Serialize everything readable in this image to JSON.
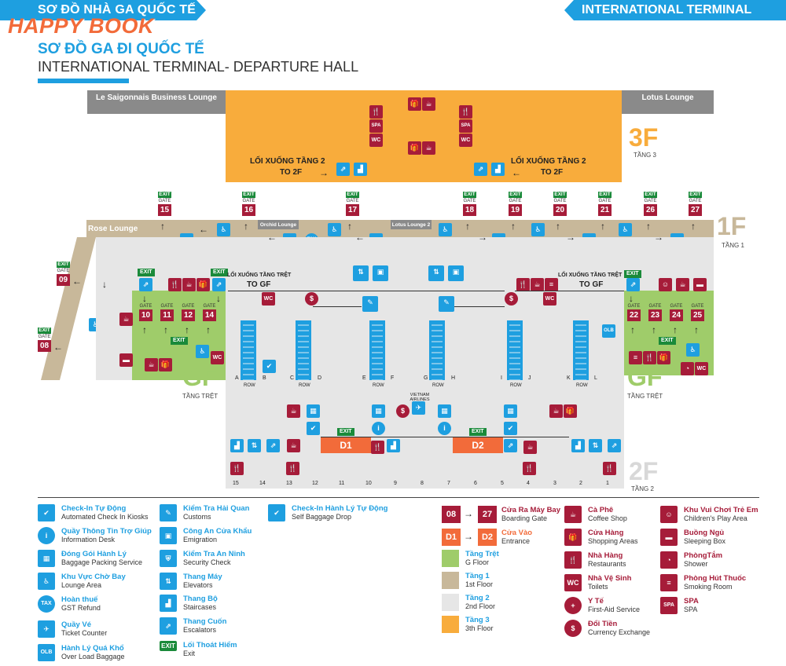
{
  "header": {
    "banner_left": "SƠ ĐỒ NHÀ GA QUỐC TẾ",
    "banner_right": "INTERNATIONAL TERMINAL",
    "logo": "HAPPY BOOK",
    "title_vn": "SƠ ĐỒ GA ĐI QUỐC TẾ",
    "title_en": "INTERNATIONAL TERMINAL- DEPARTURE HALL"
  },
  "lounges": {
    "le_saigonnais": "Le Saigonnais Business Lounge",
    "lotus": "Lotus Lounge",
    "rose": "Rose Lounge",
    "orchid": "Orchid Lounge",
    "lotus2": "Lotus Lounge 2"
  },
  "floors": {
    "f3": "3F",
    "f3_sub": "TẦNG 3",
    "f1": "1F",
    "f1_sub": "TẦNG 1",
    "gf_left": "GF",
    "gf_left_sub": "TẦNG TRỆT",
    "gf_right": "GF",
    "gf_right_sub": "TẦNG TRỆT",
    "f2": "2F",
    "f2_sub": "TẦNG 2"
  },
  "directions": {
    "down2_left_vn": "LỐI XUỐNG TẦNG 2",
    "down2_left_en": "TO 2F",
    "down2_right_vn": "LỐI XUỐNG TẦNG 2",
    "down2_right_en": "TO 2F",
    "downgf_left_vn": "LỐI XUỐNG TẦNG TRỆT",
    "downgf_left_en": "TO GF",
    "downgf_right_vn": "LỐI XUỐNG TẦNG TRỆT",
    "downgf_right_en": "TO GF"
  },
  "common": {
    "exit": "EXIT",
    "gate": "GATE",
    "row": "ROW",
    "wc": "WC",
    "spa": "SPA",
    "tax": "TAX",
    "olb": "OLB",
    "vietnam_airlines": "VIETNAM AIRLINES"
  },
  "gates_1f": [
    "15",
    "16",
    "17",
    "18",
    "19",
    "20",
    "21",
    "26",
    "27"
  ],
  "gates_side": [
    "09",
    "08"
  ],
  "gates_gf_left": [
    "10",
    "11",
    "12",
    "14"
  ],
  "gates_gf_right": [
    "22",
    "23",
    "24",
    "25"
  ],
  "rows_letters": [
    "A",
    "B",
    "C",
    "D",
    "E",
    "F",
    "G",
    "H",
    "I",
    "J",
    "K",
    "L"
  ],
  "entrances": [
    "D1",
    "D2"
  ],
  "counter_numbers": [
    "15",
    "14",
    "13",
    "12",
    "11",
    "10",
    "9",
    "8",
    "7",
    "6",
    "5",
    "4",
    "3",
    "2",
    "1"
  ],
  "legend": {
    "checkin_kiosk_vn": "Check-In Tự Động",
    "checkin_kiosk_en": "Automated Check In Kiosks",
    "info_vn": "Quầy Thông Tin Trợ Giúp",
    "info_en": "Information Desk",
    "baggage_pack_vn": "Đóng Gói Hành Lý",
    "baggage_pack_en": "Baggage Packing Service",
    "lounge_vn": "Khu Vực Chờ Bay",
    "lounge_en": "Lounge Area",
    "gst_vn": "Hoàn thuế",
    "gst_en": "GST Refund",
    "ticket_vn": "Quầy Vé",
    "ticket_en": "Ticket Counter",
    "olb_vn": "Hành Lý Quá Khổ",
    "olb_en": "Over Load Baggage",
    "customs_vn": "Kiểm Tra Hải Quan",
    "customs_en": "Customs",
    "emigration_vn": "Công An Cửa Khẩu",
    "emigration_en": "Emigration",
    "security_vn": "Kiểm Tra An Ninh",
    "security_en": "Security Check",
    "elevator_vn": "Thang Máy",
    "elevator_en": "Elevators",
    "stairs_vn": "Thang Bộ",
    "stairs_en": "Staircases",
    "escalator_vn": "Thang Cuốn",
    "escalator_en": "Escalators",
    "exit_vn": "Lối Thoát Hiểm",
    "exit_en": "Exit",
    "self_bag_vn": "Check-In Hành Lý Tự Động",
    "self_bag_en": "Self Baggage Drop",
    "gate_from": "08",
    "gate_to": "27",
    "gate_vn": "Cửa Ra Máy Bay",
    "gate_en": "Boarding Gate",
    "ent_from": "D1",
    "ent_to": "D2",
    "ent_vn": "Cửa Vào",
    "ent_en": "Entrance",
    "gf_vn": "Tầng Trệt",
    "gf_en": "G Floor",
    "f1_vn": "Tầng 1",
    "f1_en": "1st Floor",
    "f2_vn": "Tầng 2",
    "f2_en": "2nd Floor",
    "f3_vn": "Tầng 3",
    "f3_en": "3th Floor",
    "coffee_vn": "Cà Phê",
    "coffee_en": "Coffee Shop",
    "shop_vn": "Cửa Hàng",
    "shop_en": "Shopping Areas",
    "rest_vn": "Nhà Hàng",
    "rest_en": "Restaurants",
    "toilet_vn": "Nhà Vệ Sinh",
    "toilet_en": "Toilets",
    "firstaid_vn": "Y Tế",
    "firstaid_en": "First-Aid Service",
    "currency_vn": "Đổi Tiền",
    "currency_en": "Currency Exchange",
    "play_vn": "Khu Vui Chơi Trẻ Em",
    "play_en": "Children's Play Area",
    "sleep_vn": "Buồng Ngủ",
    "sleep_en": "Sleeping Box",
    "shower_vn": "PhòngTắm",
    "shower_en": "Shower",
    "smoke_vn": "Phòng Hút Thuốc",
    "smoke_en": "Smoking Room",
    "spa_vn": "SPA",
    "spa_en": "SPA"
  },
  "colors": {
    "blue": "#1e9fe0",
    "red": "#a61c39",
    "green": "#1a8a3a",
    "orange": "#f26b3a",
    "f3": "#f8ac3c",
    "f1": "#c8b89a",
    "f2": "#e6e6e6",
    "gf": "#9fcc6a"
  }
}
